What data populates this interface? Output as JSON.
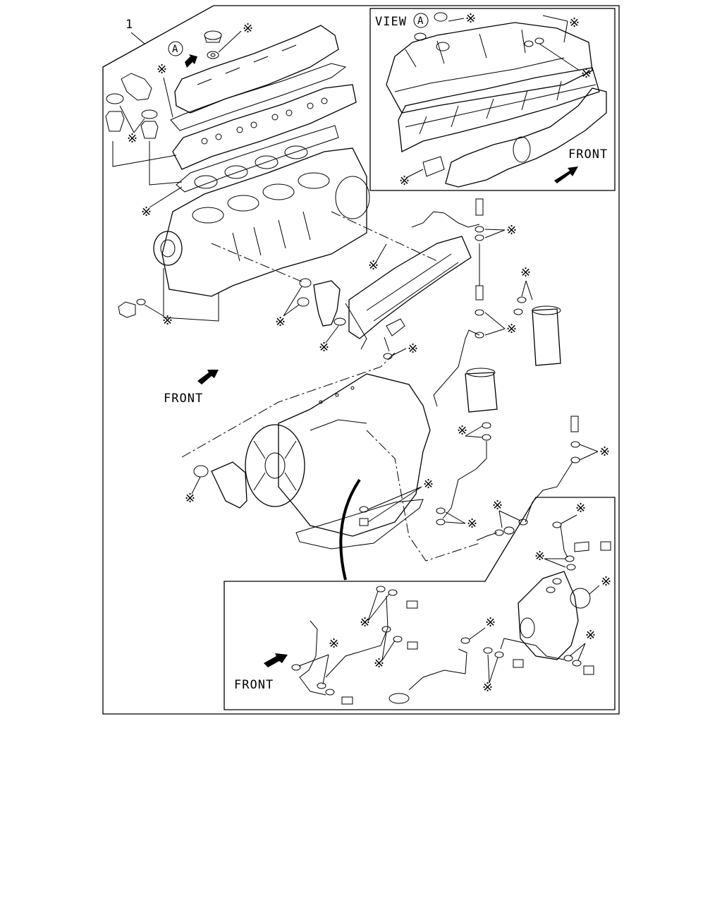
{
  "callout": {
    "number": "1"
  },
  "view_label": {
    "prefix": "VIEW",
    "letter": "A"
  },
  "view_marker": {
    "letter": "A"
  },
  "front_labels": [
    "FRONT",
    "FRONT",
    "FRONT"
  ],
  "asterisk": "※",
  "colors": {
    "ink": "#000000",
    "paper": "#ffffff"
  },
  "icons": [
    "arrow-front-icon",
    "view-a-circle-icon",
    "asterisk-mark-icon",
    "o-ring-icon",
    "washer-icon",
    "bolt-icon"
  ]
}
